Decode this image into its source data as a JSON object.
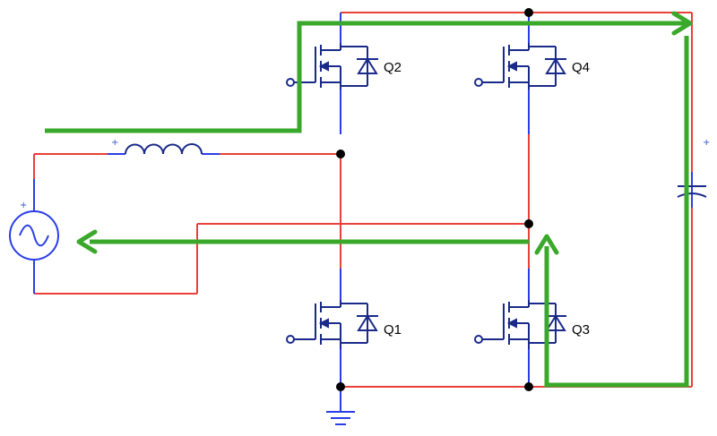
{
  "colors": {
    "wire_red": "#e8403a",
    "wire_blue": "#2a3ee8",
    "path_green": "#3aa82a",
    "component": "#1a2a8a",
    "node": "#000000"
  },
  "transistors": [
    {
      "label": "Q2"
    },
    {
      "label": "Q4"
    },
    {
      "label": "Q1"
    },
    {
      "label": "Q3"
    }
  ],
  "polarity_marks": {
    "inductor": "+",
    "source": "+",
    "capacitor": "+"
  },
  "icons": [
    "ac-source-icon",
    "inductor-icon",
    "capacitor-icon",
    "ground-icon",
    "mosfet-icon",
    "diode-icon"
  ]
}
